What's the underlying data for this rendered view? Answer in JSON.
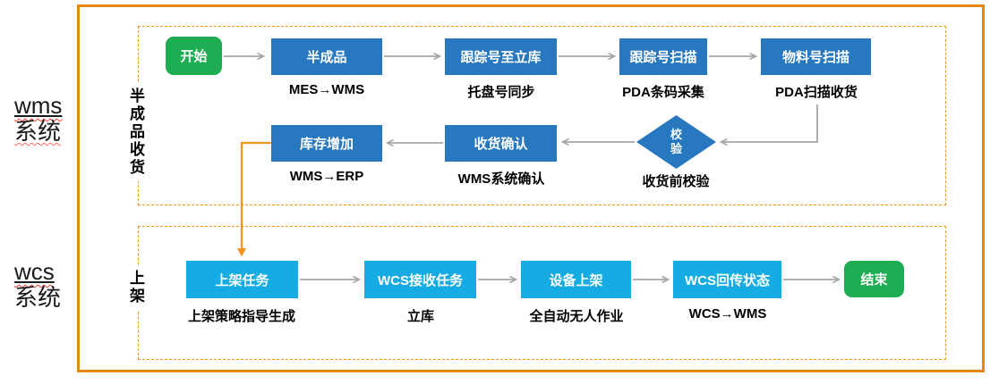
{
  "side_labels": {
    "wms": {
      "line1": "wms",
      "line2": "系统"
    },
    "wcs": {
      "line1": "wcs",
      "line2": "系统"
    }
  },
  "lanes": {
    "receiving": {
      "title": "半成品收货",
      "start": "开始",
      "steps": [
        {
          "label": "半成品",
          "caption": "MES→WMS"
        },
        {
          "label": "跟踪号至立库",
          "caption": "托盘号同步"
        },
        {
          "label": "跟踪号扫描",
          "caption": "PDA条码采集"
        },
        {
          "label": "物料号扫描",
          "caption": "PDA扫描收货"
        }
      ],
      "return_steps": [
        {
          "label": "库存增加",
          "caption": "WMS→ERP"
        },
        {
          "label": "收货确认",
          "caption": "WMS系统确认"
        }
      ],
      "decision": {
        "label": "校验",
        "caption": "收货前校验"
      }
    },
    "shelving": {
      "title": "上架",
      "steps": [
        {
          "label": "上架任务",
          "caption": "上架策略指导生成"
        },
        {
          "label": "WCS接收任务",
          "caption": "立库"
        },
        {
          "label": "设备上架",
          "caption": "全自动无人作业"
        },
        {
          "label": "WCS回传状态",
          "caption": "WCS→WMS"
        }
      ],
      "end": "结束"
    }
  },
  "colors": {
    "process_blue": "#2878BF",
    "process_cyan": "#16ACE3",
    "terminal_green": "#1FAD53",
    "boundary_orange": "#E8870D",
    "lane_dash_orange": "#F0941B",
    "flow_gray": "#A6A6A6",
    "cross_lane_orange": "#F7941D"
  }
}
